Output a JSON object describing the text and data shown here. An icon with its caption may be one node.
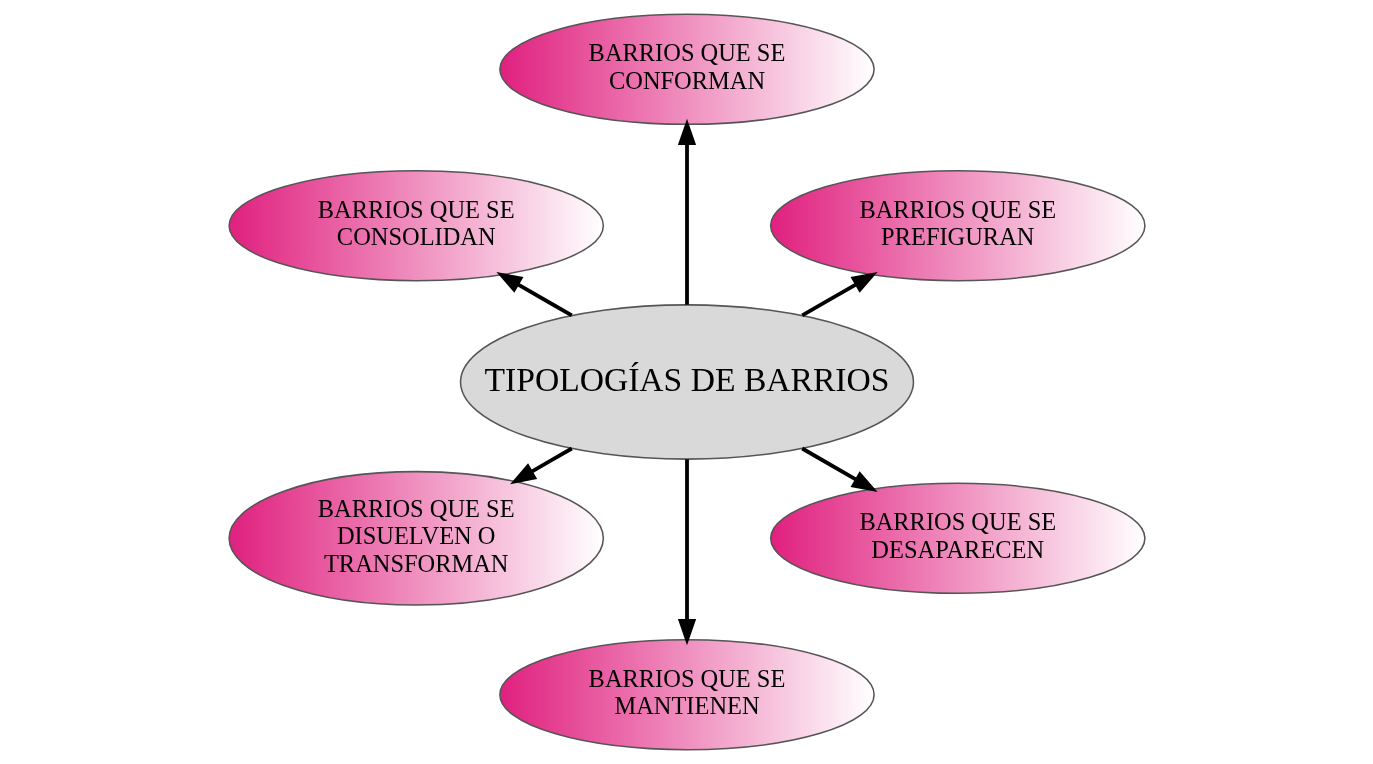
{
  "diagram": {
    "nodes": [
      {
        "text": [
          "TIPOLOGÍAS DE BARRIOS"
        ]
      },
      {
        "text": [
          "BARRIOS QUE SE PREFIGURAN"
        ]
      },
      {
        "text": [
          "BARRIOS QUE SE CONFORMAN"
        ]
      },
      {
        "text": [
          "BARRIOS QUE SE CONSOLIDAN"
        ]
      },
      {
        "text": [
          "BARRIOS QUE SE DISUELVEN O TRANSFORMAN"
        ]
      },
      {
        "text": [
          "BARRIOS QUE SE MANTIENEN"
        ]
      },
      {
        "text": [
          "BARRIOS QUE SE DESAPARECEN"
        ]
      }
    ],
    "edges": [
      {
        "from": 0,
        "to": 1,
        "arrow": "to"
      },
      {
        "from": 0,
        "to": 2,
        "arrow": "to"
      },
      {
        "from": 0,
        "to": 3,
        "arrow": "to"
      },
      {
        "from": 0,
        "to": 4,
        "arrow": "to"
      },
      {
        "from": 0,
        "to": 5,
        "arrow": "to"
      },
      {
        "from": 0,
        "to": 6,
        "arrow": "to"
      }
    ]
  }
}
